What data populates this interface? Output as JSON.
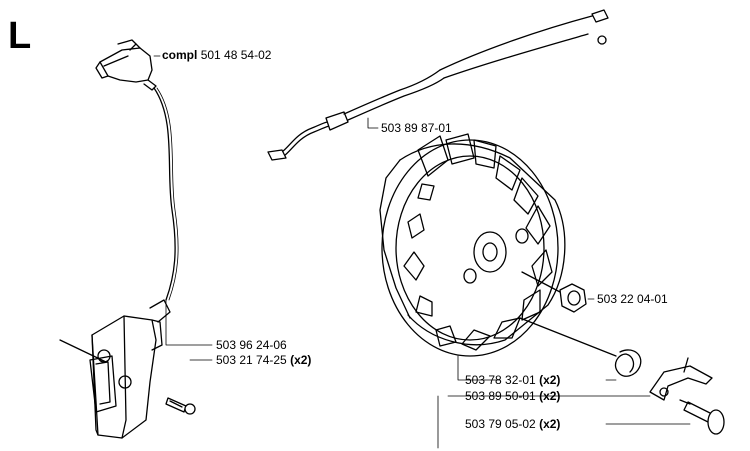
{
  "section_letter": "L",
  "parts": {
    "spark_plug_cap": {
      "prefix": "compl",
      "number": "501 48 54-02"
    },
    "wire_harness": {
      "number": "503 89 87-01"
    },
    "flywheel_nut": {
      "number": "503 22 04-01"
    },
    "ignition_module": {
      "number": "503 96 24-06"
    },
    "module_screw": {
      "number": "503 21 74-25",
      "qty": "(x2)"
    },
    "starter_spring": {
      "number": "503 78 32-01",
      "qty": "(x2)"
    },
    "starter_pawl": {
      "number": "503 89 50-01",
      "qty": "(x2)"
    },
    "pawl_pin": {
      "number": "503 79 05-02",
      "qty": "(x2)"
    }
  }
}
